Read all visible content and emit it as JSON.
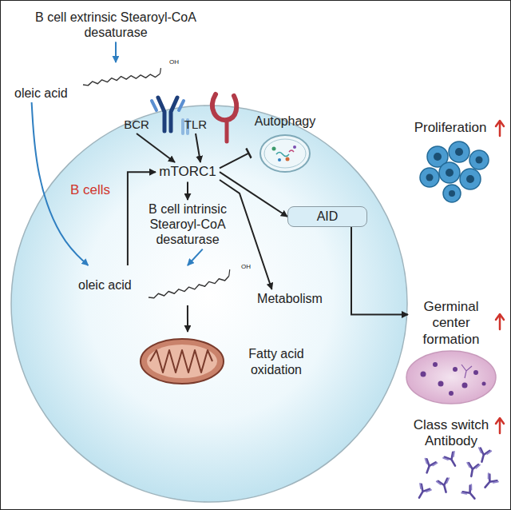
{
  "diagram": {
    "nodes": [
      {
        "text": [
          "B cell extrinsic Stearoyl-CoA desaturase"
        ]
      },
      {
        "text": [
          "oleic acid"
        ]
      },
      {
        "text": [
          "B cells"
        ]
      },
      {
        "text": [
          "BCR"
        ],
        "in": 2
      },
      {
        "text": [
          "TLR"
        ],
        "in": 2
      },
      {
        "text": [
          "mTORC1"
        ],
        "in": 2
      },
      {
        "text": [
          "Autophagy"
        ],
        "in": 2
      },
      {
        "text": [
          "AID"
        ],
        "in": 2
      },
      {
        "text": [
          "B cell intrinsic Stearoyl-CoA desaturase"
        ],
        "in": 2
      },
      {
        "text": [
          "Metabolism"
        ],
        "in": 2
      },
      {
        "text": [
          "oleic acid"
        ],
        "in": 2
      },
      {
        "text": [
          "Fatty acid oxidation"
        ],
        "in": 2
      },
      {
        "text": [
          "Proliferation"
        ]
      },
      {
        "text": [
          "Germinal center formation"
        ]
      },
      {
        "text": [
          "Class switch Antibody"
        ]
      }
    ],
    "edges": [
      {
        "from": 0,
        "to": 1,
        "arrow": "to"
      },
      {
        "from": 1,
        "to": 10,
        "arrow": "to"
      },
      {
        "from": 3,
        "to": 5,
        "arrow": "to"
      },
      {
        "from": 4,
        "to": 5,
        "arrow": "to"
      },
      {
        "from": 5,
        "to": 6,
        "arrow": "to"
      },
      {
        "from": 5,
        "to": 7,
        "arrow": "to"
      },
      {
        "from": 5,
        "to": 8,
        "arrow": "to"
      },
      {
        "from": 5,
        "to": 9,
        "arrow": "to"
      },
      {
        "from": 8,
        "to": 10,
        "arrow": "to"
      },
      {
        "from": 10,
        "to": 5,
        "arrow": "to"
      },
      {
        "from": 10,
        "to": 11,
        "arrow": "to"
      },
      {
        "from": 7,
        "to": 13,
        "arrow": "to"
      }
    ],
    "labels": [
      "OH",
      "OH"
    ]
  }
}
